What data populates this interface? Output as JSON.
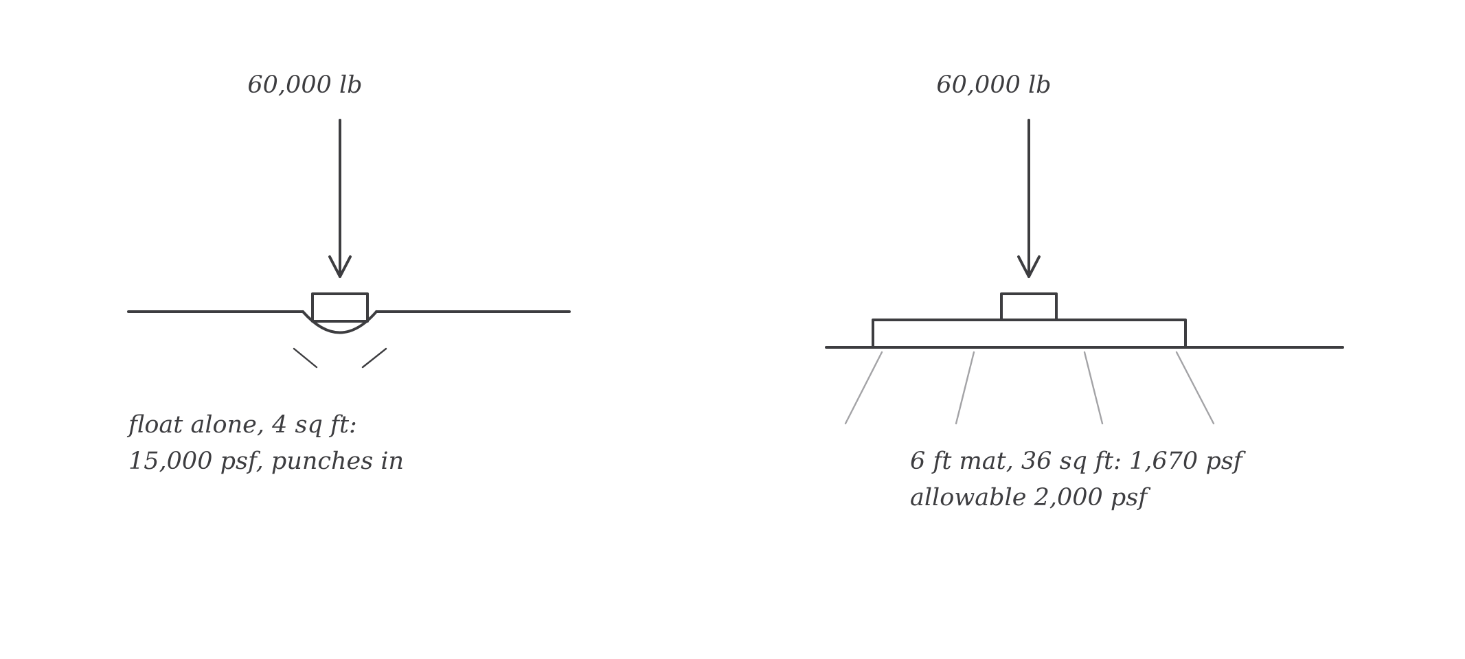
{
  "left": {
    "load": "60,000 lb",
    "caption_lines": [
      "float alone, 4 sq ft:",
      "15,000 psf, punches in"
    ]
  },
  "right": {
    "load": "60,000 lb",
    "caption_lines": [
      "6 ft mat, 36 sq ft: 1,670 psf",
      "allowable 2,000 psf"
    ]
  },
  "colors": {
    "ink": "#3d3d40",
    "pressure_lines": "#a3a3a6",
    "background": "#ffffff"
  }
}
